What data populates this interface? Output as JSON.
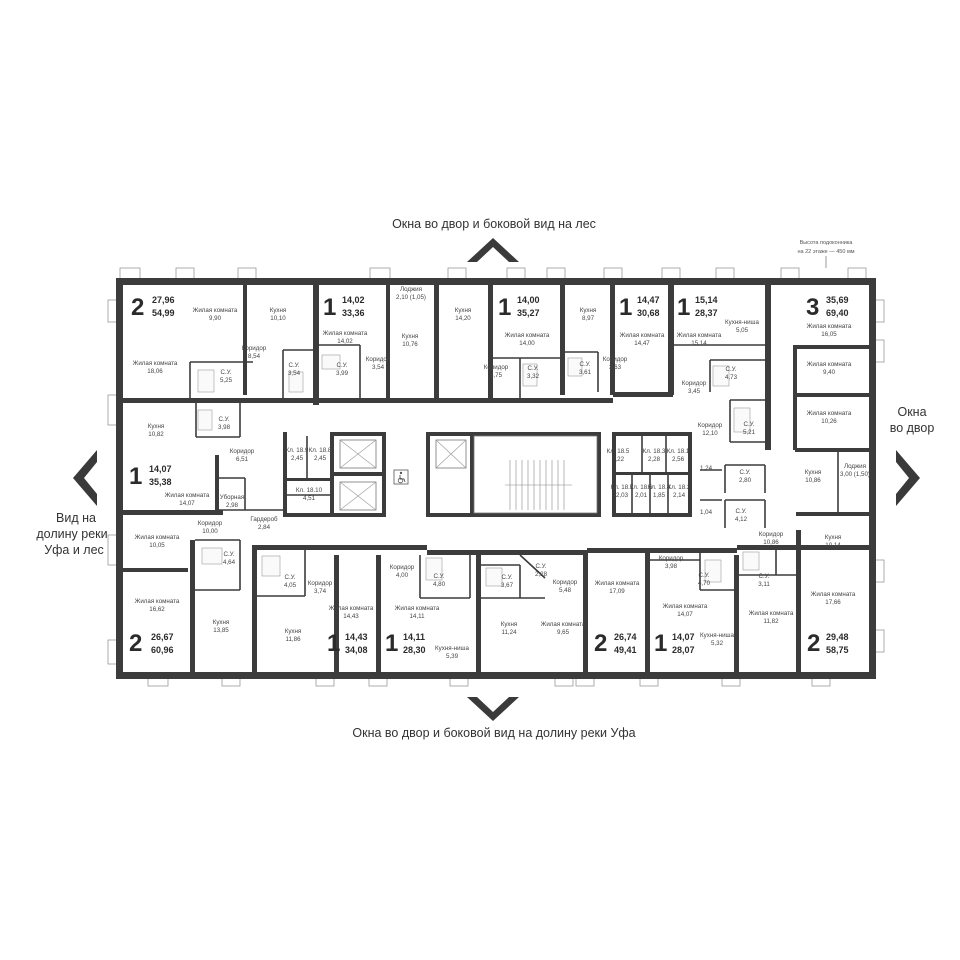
{
  "captions": {
    "top": "Окна во двор и боковой вид на лес",
    "bottom": "Окна во двор и боковой вид на долину реки Уфа",
    "right_1": "Окна",
    "right_2": "во двор",
    "left_1": "Вид на",
    "left_2": "долину реки",
    "left_3": "Уфа и лес",
    "sill_1": "Высота подоконника",
    "sill_2": "на 22 этаже — 450 мм"
  },
  "apartments": [
    {
      "rooms": "2",
      "living": "27,96",
      "total": "54,99"
    },
    {
      "rooms": "1",
      "living": "14,02",
      "total": "33,36"
    },
    {
      "rooms": "1",
      "living": "14,00",
      "total": "35,27"
    },
    {
      "rooms": "1",
      "living": "14,47",
      "total": "30,68"
    },
    {
      "rooms": "1",
      "living": "15,14",
      "total": "28,37"
    },
    {
      "rooms": "3",
      "living": "35,69",
      "total": "69,40"
    },
    {
      "rooms": "1",
      "living": "14,07",
      "total": "35,38"
    },
    {
      "rooms": "2",
      "living": "26,67",
      "total": "60,96"
    },
    {
      "rooms": "1",
      "living": "14,43",
      "total": "34,08"
    },
    {
      "rooms": "1",
      "living": "14,11",
      "total": "28,30"
    },
    {
      "rooms": "2",
      "living": "26,74",
      "total": "49,41"
    },
    {
      "rooms": "1",
      "living": "14,07",
      "total": "28,07"
    },
    {
      "rooms": "2",
      "living": "29,48",
      "total": "58,75"
    }
  ],
  "rooms": [
    {
      "name": "Жилая комната",
      "area": "9,90"
    },
    {
      "name": "Кухня",
      "area": "10,10"
    },
    {
      "name": "Коридор",
      "area": "8,54"
    },
    {
      "name": "Жилая комната",
      "area": "18,06"
    },
    {
      "name": "С.У.",
      "area": "5,25"
    },
    {
      "name": "С.У.",
      "area": "3,54"
    },
    {
      "name": "С.У.",
      "area": "3,98"
    },
    {
      "name": "Кухня",
      "area": "10,82"
    },
    {
      "name": "Коридор",
      "area": "6,51"
    },
    {
      "name": "Жилая комната",
      "area": "14,02"
    },
    {
      "name": "С.У.",
      "area": "3,99"
    },
    {
      "name": "Коридор",
      "area": "3,54"
    },
    {
      "name": "Лоджия",
      "area": "2,10 (1,05)"
    },
    {
      "name": "Кухня",
      "area": "10,76"
    },
    {
      "name": "Кухня",
      "area": "14,20"
    },
    {
      "name": "Жилая комната",
      "area": "14,00"
    },
    {
      "name": "Коридор",
      "area": "3,75"
    },
    {
      "name": "С.У.",
      "area": "3,32"
    },
    {
      "name": "Кухня",
      "area": "8,97"
    },
    {
      "name": "С.У.",
      "area": "3,61"
    },
    {
      "name": "Коридор",
      "area": "3,63"
    },
    {
      "name": "Жилая комната",
      "area": "14,47"
    },
    {
      "name": "Жилая комната",
      "area": "15,14"
    },
    {
      "name": "Кухня-ниша",
      "area": "5,05"
    },
    {
      "name": "С.У.",
      "area": "4,73"
    },
    {
      "name": "Коридор",
      "area": "3,45"
    },
    {
      "name": "Жилая комната",
      "area": "16,05"
    },
    {
      "name": "Жилая комната",
      "area": "9,40"
    },
    {
      "name": "Жилая комната",
      "area": "10,26"
    },
    {
      "name": "С.У.",
      "area": "5,21"
    },
    {
      "name": "Коридор",
      "area": "12,10"
    },
    {
      "name": "С.У.",
      "area": "2,80"
    },
    {
      "name": "Кухня",
      "area": "10,86"
    },
    {
      "name": "Лоджия",
      "area": "3,00 (1,50)"
    },
    {
      "name": "С.У.",
      "area": "4,12"
    },
    {
      "name": "Коридор",
      "area": "10,86"
    },
    {
      "name": "Кухня",
      "area": "10,14"
    },
    {
      "name": "Жилая комната",
      "area": "17,66"
    },
    {
      "name": "С.У.",
      "area": "3,11"
    },
    {
      "name": "Жилая комната",
      "area": "11,82"
    },
    {
      "name": "Жилая комната",
      "area": "14,07"
    },
    {
      "name": "Кухня-ниша",
      "area": "5,32"
    },
    {
      "name": "С.У.",
      "area": "4,70"
    },
    {
      "name": "Коридор",
      "area": "3,98"
    },
    {
      "name": "Жилая комната",
      "area": "17,09"
    },
    {
      "name": "Жилая комната",
      "area": "9,65"
    },
    {
      "name": "Коридор",
      "area": "5,48"
    },
    {
      "name": "С.У.",
      "area": "2,28"
    },
    {
      "name": "С.У.",
      "area": "3,67"
    },
    {
      "name": "Кухня",
      "area": "11,24"
    },
    {
      "name": "Жилая комната",
      "area": "14,11"
    },
    {
      "name": "Кухня-ниша",
      "area": "5,39"
    },
    {
      "name": "С.У.",
      "area": "4,80"
    },
    {
      "name": "Коридор",
      "area": "4,00"
    },
    {
      "name": "Жилая комната",
      "area": "14,43"
    },
    {
      "name": "Коридор",
      "area": "3,74"
    },
    {
      "name": "С.У.",
      "area": "4,05"
    },
    {
      "name": "Кухня",
      "area": "11,86"
    },
    {
      "name": "Кухня",
      "area": "13,85"
    },
    {
      "name": "С.У.",
      "area": "4,64"
    },
    {
      "name": "Жилая комната",
      "area": "16,62"
    },
    {
      "name": "Жилая комната",
      "area": "10,05"
    },
    {
      "name": "Коридор",
      "area": "10,00"
    },
    {
      "name": "Уборная",
      "area": "2,98"
    },
    {
      "name": "Гардероб",
      "area": "2,84"
    },
    {
      "name": "Жилая комната",
      "area": "14,07"
    },
    {
      "name": "Кл. 18.9",
      "area": "2,45"
    },
    {
      "name": "Кл. 18.8",
      "area": "2,45"
    },
    {
      "name": "Кл. 18.10",
      "area": "4,51"
    },
    {
      "name": "Кл. 18.5",
      "area": "5,22"
    },
    {
      "name": "Кл. 18.3",
      "area": "2,28"
    },
    {
      "name": "Кл. 18.1",
      "area": "2,56"
    },
    {
      "name": "Кл. 18.7",
      "area": "2,03"
    },
    {
      "name": "Кл. 18.6",
      "area": "2,01"
    },
    {
      "name": "Кл. 18.4",
      "area": "1,85"
    },
    {
      "name": "Кл. 18.2",
      "area": "2,14"
    }
  ],
  "dims": [
    "1,24",
    "1,04"
  ],
  "icons": {
    "accessible": "wheelchair-icon"
  },
  "colors": {
    "wall": "#3c3c3c",
    "text": "#333333",
    "balcony": "#9a9a9a"
  }
}
